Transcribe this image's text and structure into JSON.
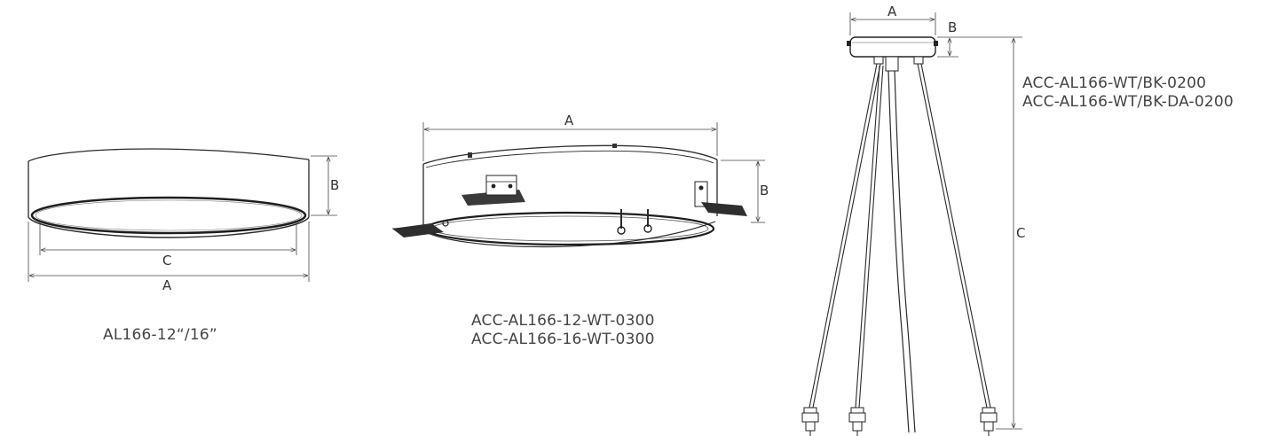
{
  "dimension_letters": {
    "a": "A",
    "b": "B",
    "c": "C"
  },
  "products": [
    {
      "lines": [
        "AL166-12“/16”"
      ]
    },
    {
      "lines": [
        "ACC-AL166-12-WT-0300",
        "ACC-AL166-16-WT-0300"
      ]
    },
    {
      "lines": [
        "ACC-AL166-WT/BK-0200",
        "ACC-AL166-WT/BK-DA-0200"
      ]
    }
  ]
}
